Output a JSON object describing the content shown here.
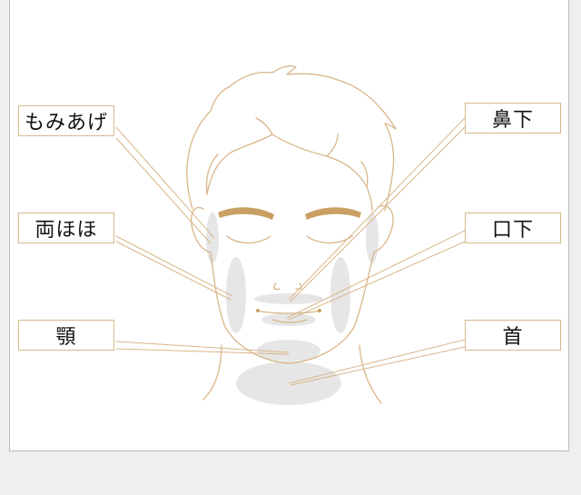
{
  "labels": {
    "sideburns": "もみあげ",
    "cheeks": "両ほほ",
    "jaw": "顎",
    "under_nose": "鼻下",
    "under_mouth": "口下",
    "neck": "首"
  },
  "colors": {
    "line": "#d9b68a",
    "brow": "#c9a062",
    "shade": "#e6e6e6",
    "background": "#efefef",
    "panel": "#ffffff"
  }
}
